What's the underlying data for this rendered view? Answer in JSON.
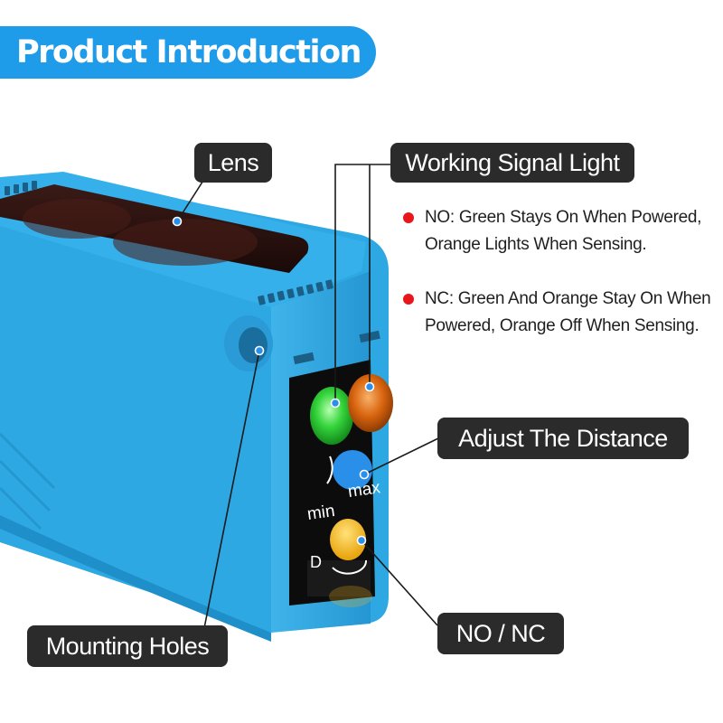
{
  "banner": {
    "title": "Product Introduction"
  },
  "labels": {
    "lens": "Lens",
    "working_signal_light": "Working Signal Light",
    "adjust_distance": "Adjust The Distance",
    "mounting_holes": "Mounting Holes",
    "no_nc": "NO / NC"
  },
  "notes": [
    {
      "line1": "NO: Green Stays On When Powered,",
      "line2": "Orange Lights When Sensing."
    },
    {
      "line1": "NC: Green And Orange Stay On When",
      "line2": "Powered, Orange Off When Sensing."
    }
  ],
  "panel_text": {
    "min": "min",
    "max": "max",
    "d": "D"
  },
  "colors": {
    "accent": "#1e9be9",
    "body": "#2ea8e3",
    "label_bg": "#2b2b2b",
    "bullet": "#e8161b",
    "green_led": "#2fcf3a",
    "orange_led": "#e06d12",
    "knob_blue": "#2a8fe8",
    "knob_yellow": "#f4b81c"
  }
}
